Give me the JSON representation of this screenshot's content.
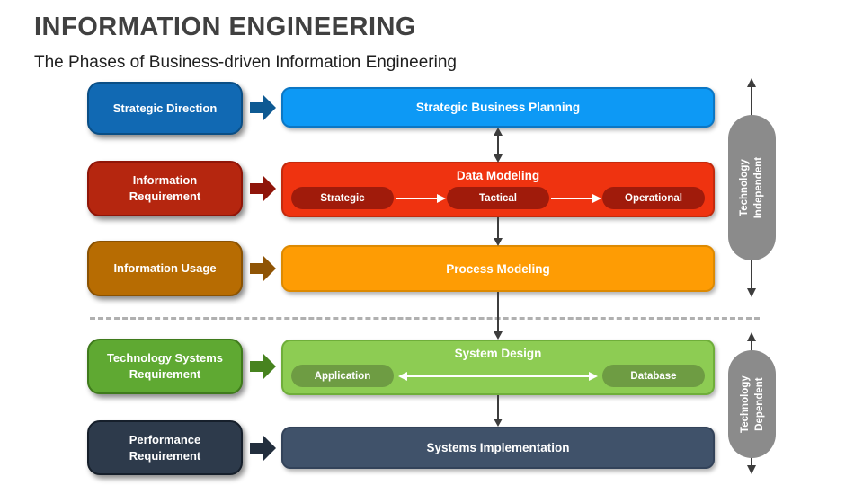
{
  "title": "INFORMATION ENGINEERING",
  "subtitle": "The Phases of Business-driven Information Engineering",
  "rows": [
    {
      "left": "Strategic Direction",
      "right": "Strategic Business Planning"
    },
    {
      "left": "Information Requirement",
      "right": "Data Modeling",
      "pills": [
        "Strategic",
        "Tactical",
        "Operational"
      ]
    },
    {
      "left": "Information Usage",
      "right": "Process Modeling"
    },
    {
      "left": "Technology Systems Requirement",
      "right": "System Design",
      "pills": [
        "Application",
        "Database"
      ]
    },
    {
      "left": "Performance Requirement",
      "right": "Systems Implementation"
    }
  ],
  "side_labels": [
    {
      "line1": "Technology",
      "line2": "Independent"
    },
    {
      "line1": "Technology",
      "line2": "Dependent"
    }
  ],
  "colors": {
    "title_text": "#404040",
    "subtitle_text": "#1f1f1f",
    "box_text": "#ffffff",
    "connector": "#3d3d3d",
    "dashed_line": "#b0b0b0",
    "pill_arrow": "#ffffff",
    "capsule_bg": "#8b8b8b",
    "capsule_text": "#ffffff",
    "row1_left": "#1169b3",
    "row1_left_border": "#0a4e85",
    "row1_arrow": "#0e5a93",
    "row1_right": "#0d99f5",
    "row1_right_border": "#0c77c4",
    "row2_left": "#b5260f",
    "row2_left_border": "#8f1508",
    "row2_arrow": "#8f150a",
    "row2_right": "#ef3310",
    "row2_right_border": "#c42a0d",
    "row2_pill": "#a01b0b",
    "row3_left": "#b76c02",
    "row3_left_border": "#8a5202",
    "row3_arrow": "#8f5405",
    "row3_right": "#fe9c04",
    "row3_right_border": "#dd8a02",
    "row4_left": "#5fa932",
    "row4_left_border": "#3f7a1c",
    "row4_arrow": "#47831f",
    "row4_right": "#8dcc53",
    "row4_right_border": "#6fae3a",
    "row4_pill": "#6e9c43",
    "row5_left": "#2d3a4b",
    "row5_left_border": "#161f2b",
    "row5_arrow": "#222e3d",
    "row5_right": "#40526a",
    "row5_right_border": "#33435a"
  }
}
